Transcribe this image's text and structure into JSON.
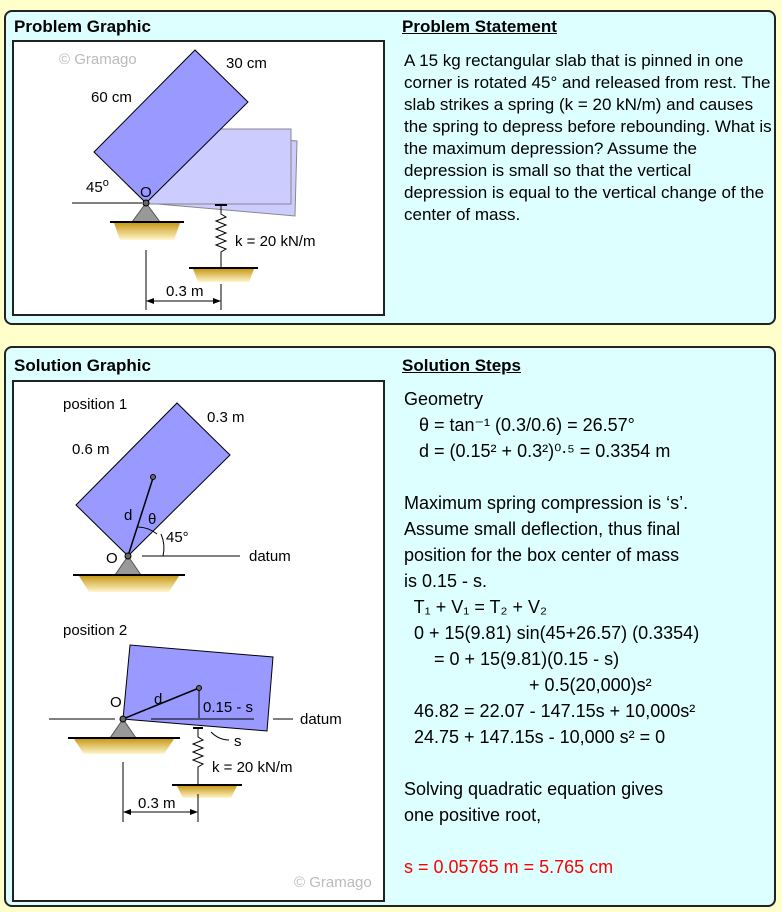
{
  "problem": {
    "graphic_title": "Problem Graphic",
    "statement_title": "Problem Statement",
    "statement": "A 15 kg rectangular slab that is pinned in one corner is rotated 45° and released from rest. The slab strikes a spring (k = 20 kN/m) and causes the spring to depress before rebounding. What is the maximum depression? Assume the depression is small so that the vertical depression is equal to the vertical change of the center of mass.",
    "labels": {
      "watermark": "© Gramago",
      "width": "30 cm",
      "length": "60 cm",
      "angle": "45",
      "angle_sup": "o",
      "pivot": "O",
      "spring": "k = 20 kN/m",
      "distance": "0.3 m"
    }
  },
  "solution": {
    "graphic_title": "Solution Graphic",
    "steps_title": "Solution Steps",
    "labels": {
      "watermark": "© Gramago",
      "pos1": "position 1",
      "pos2": "position 2",
      "width": "0.3 m",
      "length": "0.6 m",
      "d": "d",
      "theta": "θ",
      "angle": "45°",
      "pivot": "O",
      "datum": "datum",
      "height": "0.15 - s",
      "s": "s",
      "spring": "k = 20 kN/m",
      "distance": "0.3 m"
    },
    "steps": [
      "Geometry",
      "   θ = tan⁻¹ (0.3/0.6) = 26.57°",
      "   d = (0.15² + 0.3²)⁰·⁵ = 0.3354 m",
      "",
      "Maximum spring compression is ‘s’.",
      "Assume small deflection, thus final",
      "position for the box center of mass",
      "is 0.15 - s.",
      "  T₁ + V₁ = T₂ + V₂",
      "  0 + 15(9.81) sin(45+26.57) (0.3354)",
      "      = 0 + 15(9.81)(0.15 - s)",
      "                         + 0.5(20,000)s²",
      "  46.82 = 22.07 - 147.15s + 10,000s²",
      "  24.75 + 147.15s - 10,000 s² = 0",
      "",
      "Solving quadratic equation gives",
      "one positive root,",
      ""
    ],
    "answer": "s = 0.05765 m = 5.765 cm"
  },
  "colors": {
    "slab": "#9999ff",
    "slab_light": "#ccccff",
    "panel": "#ddffff",
    "background": "#ffffcc",
    "answer": "#ff0000"
  }
}
